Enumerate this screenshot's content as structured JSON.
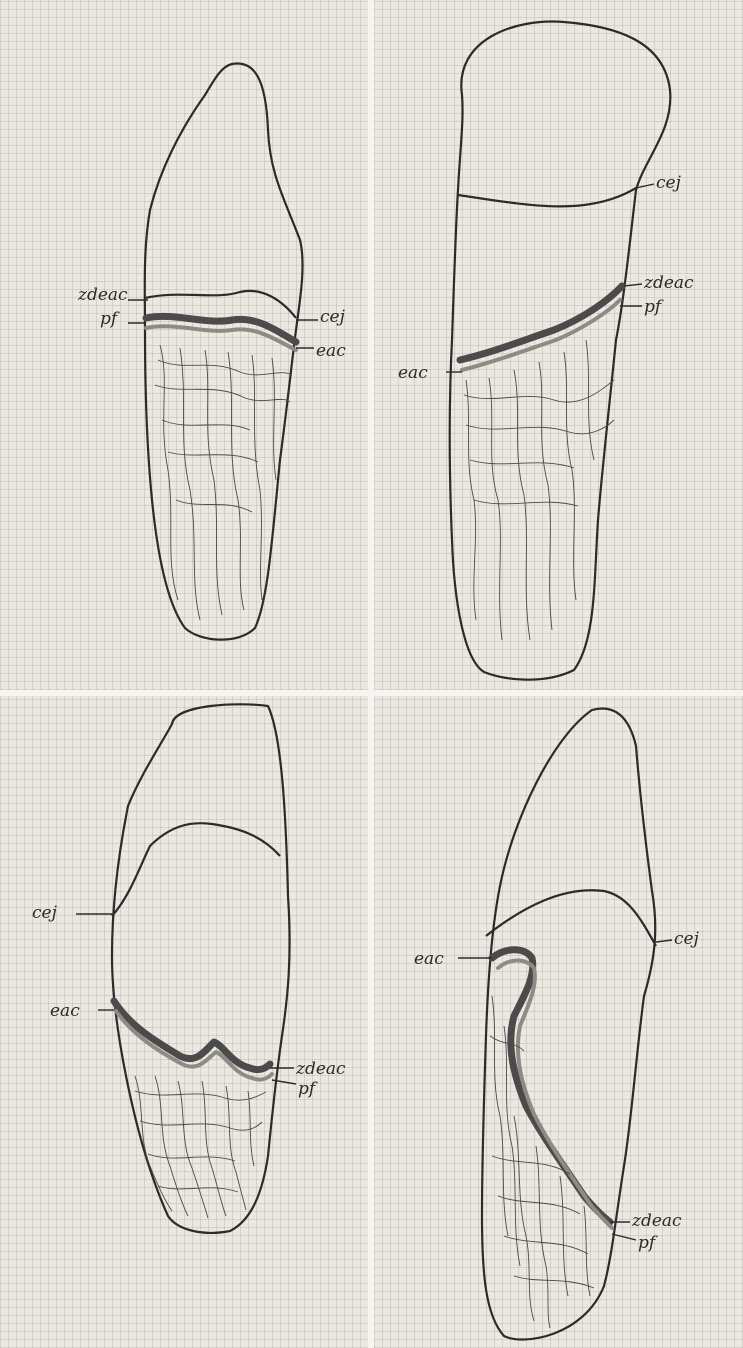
{
  "figure": {
    "panels": [
      {
        "id": "top-left",
        "labels": {
          "zdeac": "zdeac",
          "pf": "pf",
          "cej": "cej",
          "eac": "eac"
        }
      },
      {
        "id": "top-right",
        "labels": {
          "cej": "cej",
          "zdeac": "zdeac",
          "pf": "pf",
          "eac": "eac"
        }
      },
      {
        "id": "bottom-left",
        "labels": {
          "cej": "cej",
          "eac": "eac",
          "zdeac": "zdeac",
          "pf": "pf"
        }
      },
      {
        "id": "bottom-right",
        "labels": {
          "eac": "eac",
          "cej": "cej",
          "zdeac": "zdeac",
          "pf": "pf"
        }
      }
    ]
  },
  "colors": {
    "ink": "#2b2b2b",
    "background": "#e6e2db",
    "band": "#4b4b4b"
  }
}
